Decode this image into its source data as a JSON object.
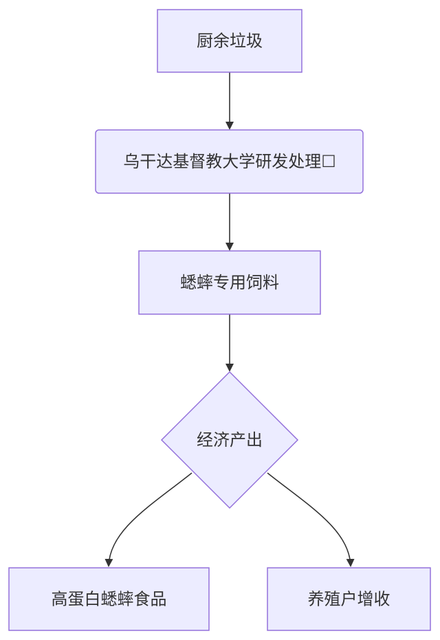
{
  "diagram": {
    "type": "flowchart",
    "nodes": {
      "kitchen_waste": "厨余垃圾",
      "processing": "乌干达基督教大学研发处理☐",
      "feed": "蟋蟀专用饲料",
      "economic_output": "经济产出",
      "food": "高蛋白蟋蟀食品",
      "income": "养殖户增收"
    }
  },
  "colors": {
    "node_fill": "#ECECFF",
    "node_border": "#9370DB",
    "edge": "#333333",
    "text": "#333333"
  }
}
